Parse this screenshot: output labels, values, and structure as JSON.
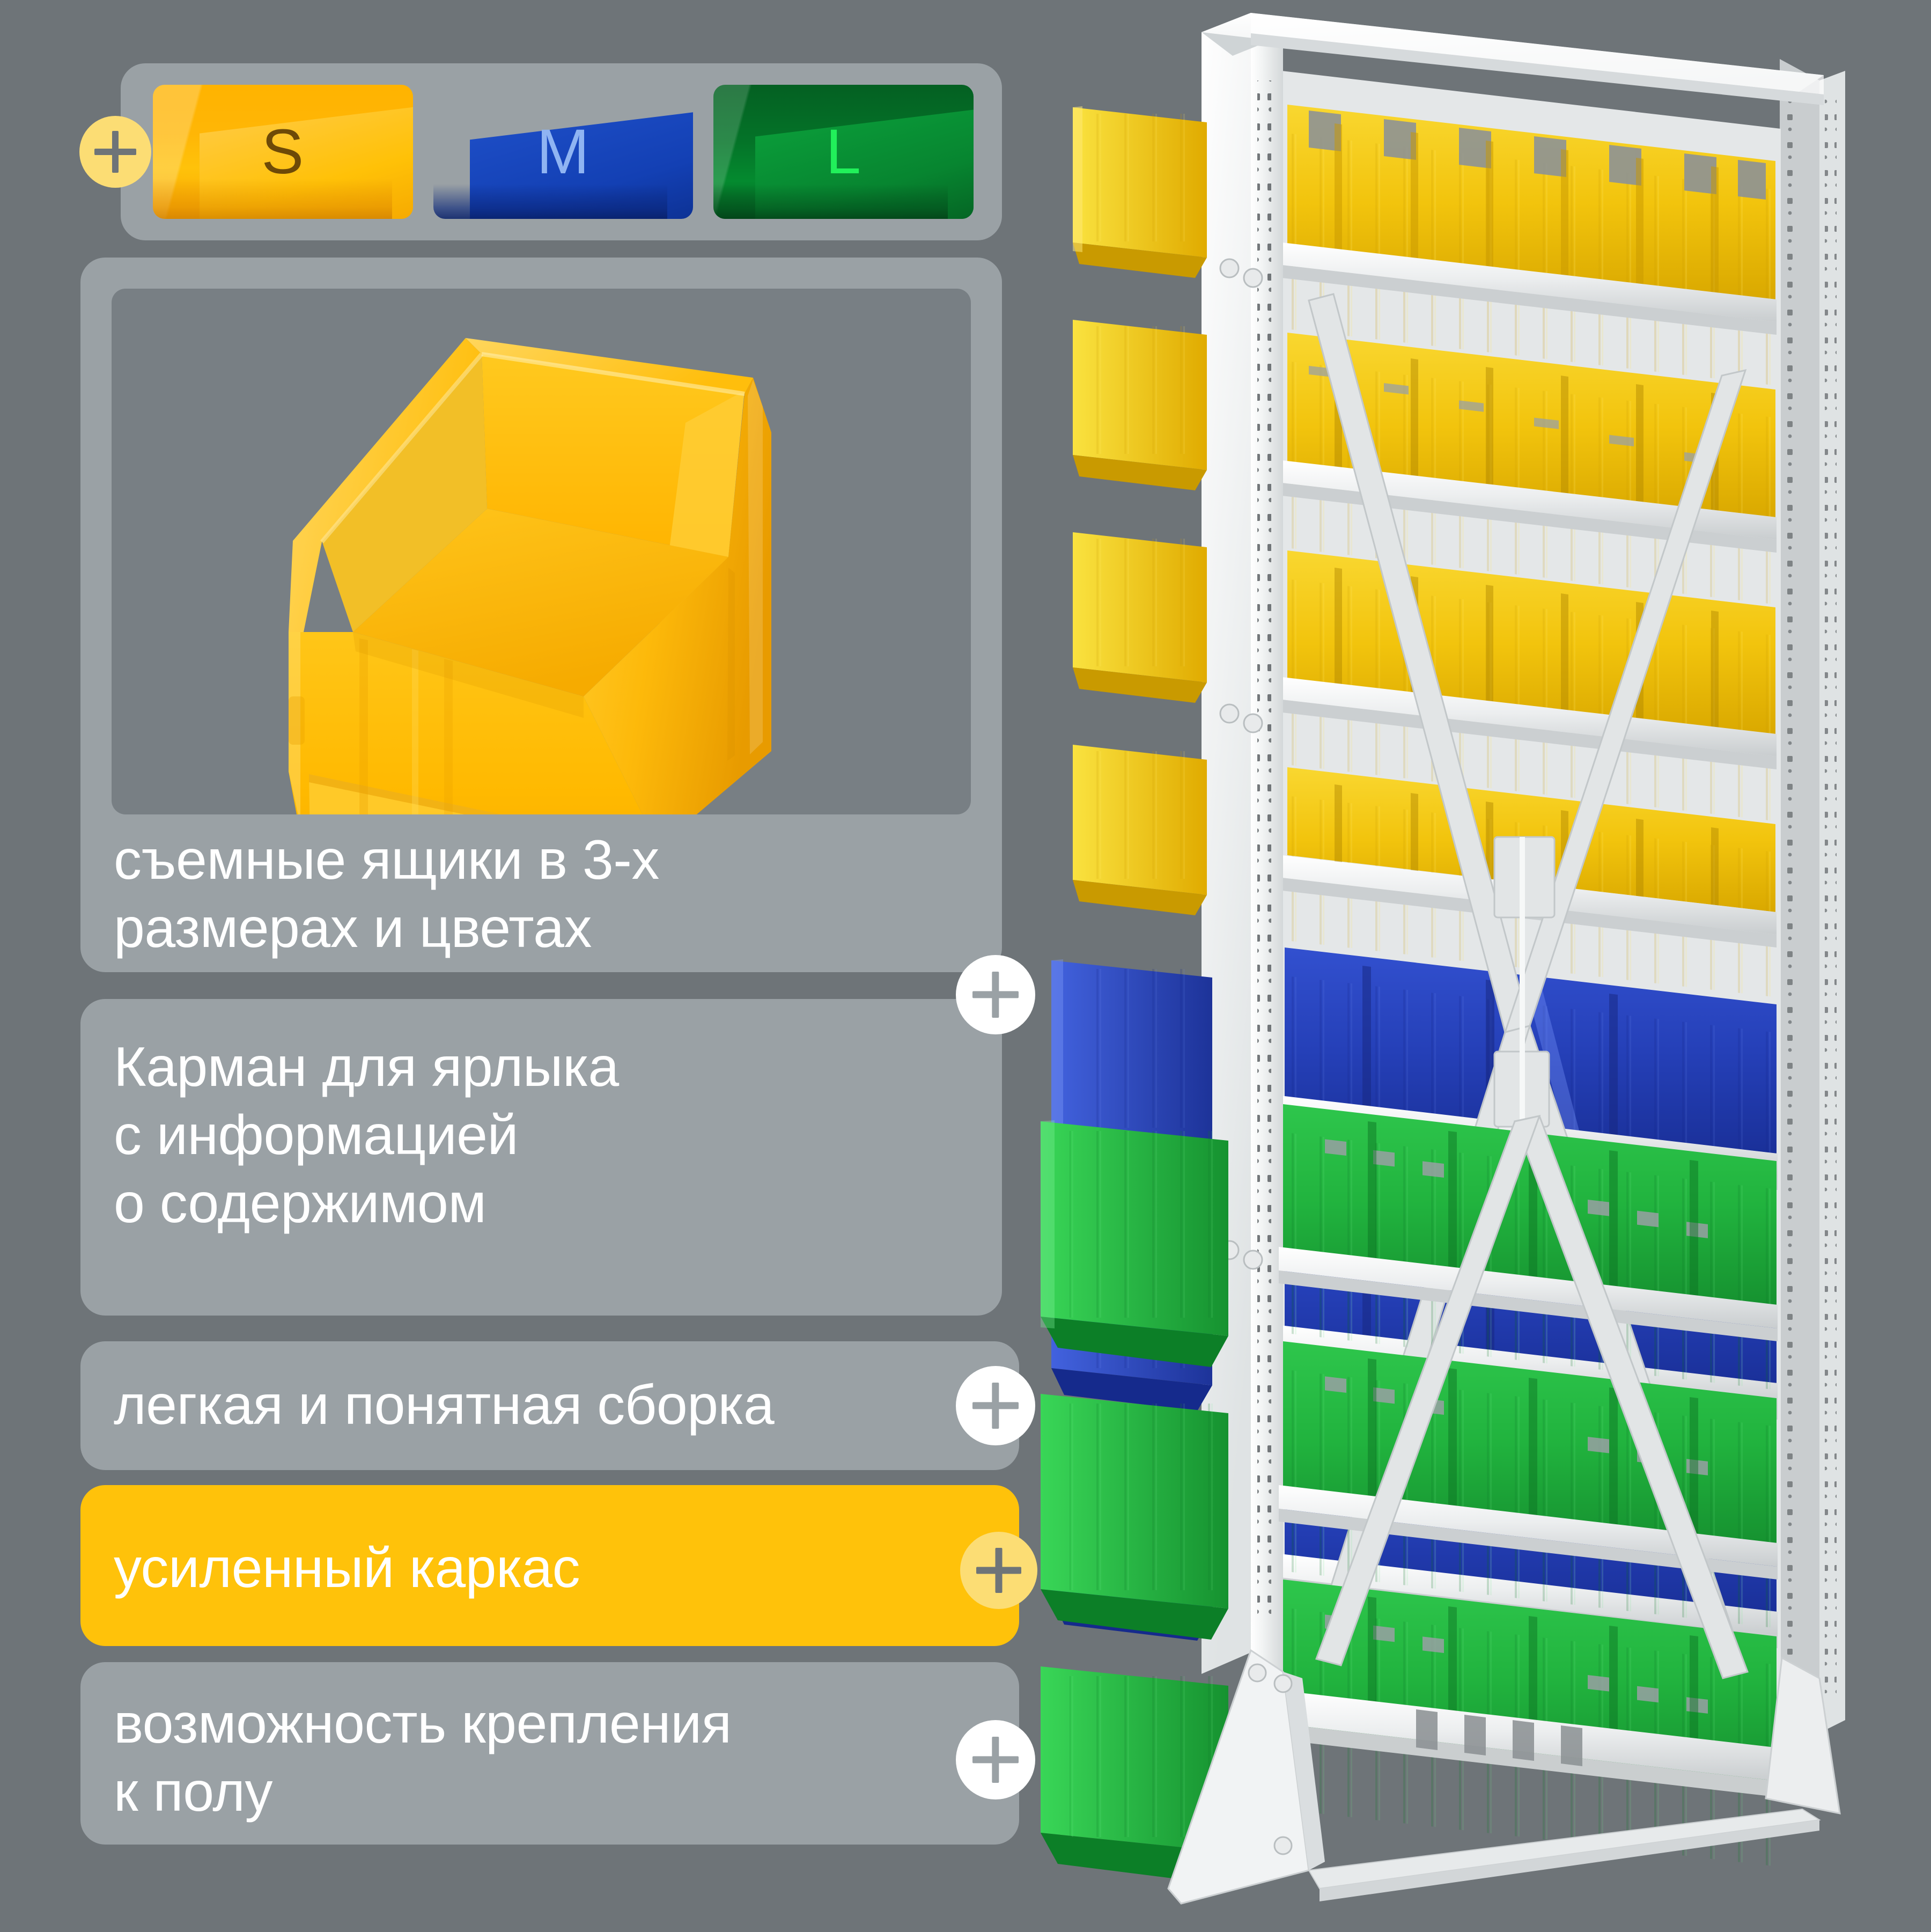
{
  "theme": {
    "page_background": "#6e7478",
    "card_background": "#9aa1a5",
    "highlight_background": "#ffc20a",
    "text_color": "#ffffff",
    "plus_yellow": "#fcdd74",
    "plus_white": "#ffffff",
    "plus_glyph_gray": "#6e7478"
  },
  "sizes_card": {
    "name": "bin-size-swatches",
    "swatches": [
      {
        "label": "S",
        "color_name": "yellow",
        "color": "#ffc20a",
        "letter_color": "#6e4a07"
      },
      {
        "label": "M",
        "color_name": "blue",
        "color": "#0d2f93",
        "letter_color": "#8fb4f2"
      },
      {
        "label": "L",
        "color_name": "green",
        "color": "#048a2f",
        "letter_color": "#21f05a"
      }
    ]
  },
  "features": [
    {
      "id": "removable-bins",
      "text": "съемные ящики в 3-х\nразмерах и цветах",
      "highlighted": false,
      "has_photo": true,
      "plus_badge": "white"
    },
    {
      "id": "label-pocket",
      "text": "Карман для ярлыка\nс информацией\nо содержимом",
      "highlighted": false,
      "has_photo": false,
      "plus_badge": "none"
    },
    {
      "id": "easy-assembly",
      "text": "легкая и понятная сборка",
      "highlighted": false,
      "has_photo": false,
      "plus_badge": "white"
    },
    {
      "id": "reinforced-frame",
      "text": "усиленный каркас",
      "highlighted": true,
      "has_photo": false,
      "plus_badge": "yellow"
    },
    {
      "id": "floor-mounting",
      "text": "возможность крепления\nк полу",
      "highlighted": false,
      "has_photo": false,
      "plus_badge": "white"
    }
  ],
  "product_photo": {
    "name": "yellow-storage-bin-photo",
    "item_color": "#ffc20a",
    "backdrop": "#787f84"
  },
  "rack_photo": {
    "name": "bin-rack-photo",
    "frame_color": "#e9ebec",
    "levels": [
      {
        "color_name": "yellow",
        "color": "#f5cc19",
        "shelves": 4
      },
      {
        "color_name": "blue",
        "color": "#2540b8",
        "shelves": 3
      },
      {
        "color_name": "green",
        "color": "#22b33f",
        "shelves": 3
      }
    ]
  }
}
